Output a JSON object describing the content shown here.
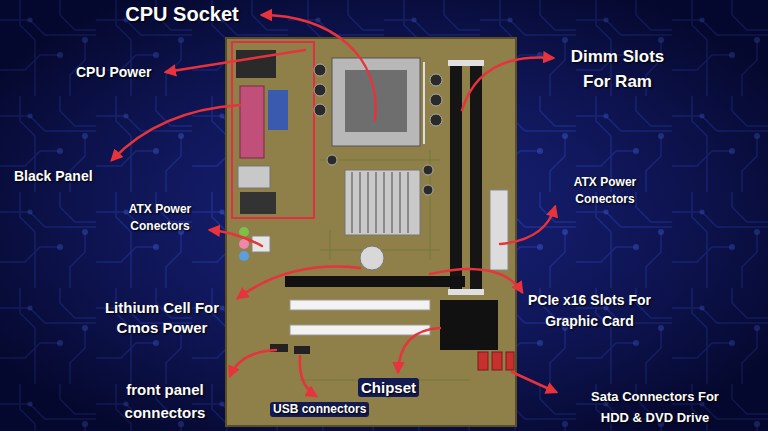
{
  "diagram": {
    "labels": [
      "CPU Socket",
      "CPU Power",
      "Dimm Slots For Ram",
      "Black Panel",
      "ATX Power Conectors",
      "ATX Power Conectors",
      "PCIe x16 Slots For Graphic Card",
      "Lithium Cell For Cmos Power",
      "front panel connectors",
      "USB connectors",
      "Chipset",
      "Sata Connectors For HDD & DVD Drive"
    ]
  }
}
